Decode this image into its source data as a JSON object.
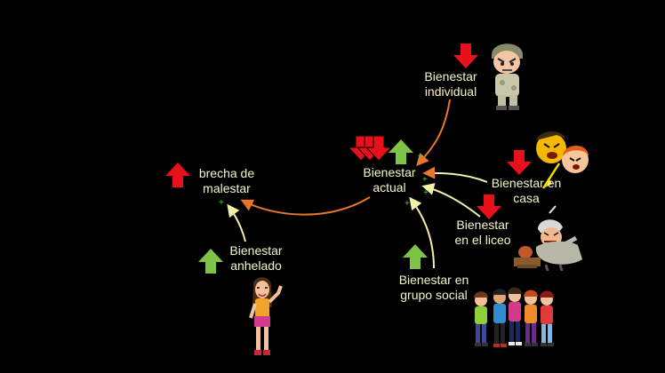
{
  "nodes": {
    "individual": {
      "line1": "Bienestar",
      "line2": "individual"
    },
    "actual": {
      "line1": "Bienestar",
      "line2": "actual"
    },
    "casa": {
      "line1": "Bienestar en",
      "line2": "casa"
    },
    "liceo": {
      "line1": "Bienestar",
      "line2": "en el liceo"
    },
    "grupo": {
      "line1": "Bienestar en",
      "line2": "grupo social"
    },
    "brecha": {
      "line1": "brecha de",
      "line2": "malestar"
    },
    "anhelado": {
      "line1": "Bienestar",
      "line2": "anhelado"
    }
  },
  "polarity": {
    "plus": "+",
    "minus": "-"
  },
  "colors": {
    "text": "#f6f4c8",
    "arrow_orange": "#e8762d",
    "arrow_yellow": "#f3f0a8",
    "up_green": "#7ec248",
    "down_red": "#e8101a",
    "plus_green": "#3fd13f",
    "minus_red": "#e04a2a"
  },
  "icons": {
    "individual": "soldier-icon",
    "casa": "arguing-couple-icon",
    "liceo": "teacher-icon",
    "grupo": "friends-group-icon",
    "anhelado": "girl-waving-icon"
  }
}
